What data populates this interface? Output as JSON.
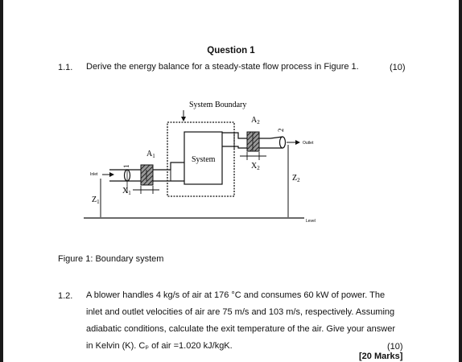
{
  "question": {
    "title": "Question 1",
    "q1": {
      "number": "1.1.",
      "text": "Derive the energy balance for a steady-state flow process in Figure 1.",
      "marks": "(10)"
    },
    "q2": {
      "number": "1.2.",
      "lines": [
        "A blower handles 4 kg/s of air at 176 °C and consumes 60 kW of power. The",
        "inlet and outlet velocities of air are 75 m/s and 103 m/s, respectively. Assuming",
        "adiabatic conditions, calculate the exit temperature of the air. Give your answer",
        "in Kelvin (K). Cₚ of air =1.020 kJ/kgK."
      ],
      "marks": "(10)"
    },
    "total": "[20 Marks]"
  },
  "figure": {
    "caption": "Figure 1: Boundary system",
    "labels": {
      "system_boundary": "System Boundary",
      "system": "System",
      "inlet": "Inlet",
      "outlet": "Outlet",
      "level": "Level",
      "a1": "A",
      "a1_sub": "1",
      "a2": "A",
      "a2_sub": "2",
      "x1": "X",
      "x1_sub": "1",
      "x2": "X",
      "x2_sub": "2",
      "z1": "Z",
      "z1_sub": "1",
      "z2": "Z",
      "z2_sub": "2",
      "point1": "1",
      "point2": "2"
    }
  }
}
